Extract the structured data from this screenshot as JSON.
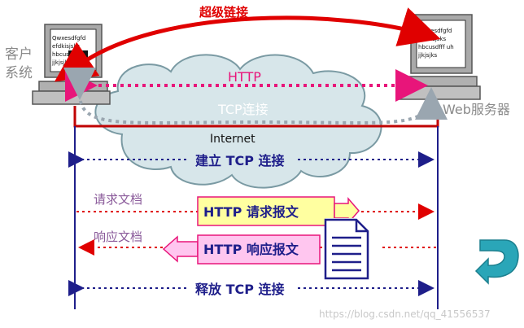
{
  "title": "超级链接",
  "client_label_line1": "客户",
  "client_label_line2": "系统",
  "server_label": "Web服务器",
  "http_label": "HTTP",
  "tcp_conn_label": "TCP连接",
  "internet_label": "Internet",
  "establish_label": "建立 TCP 连接",
  "request_doc_label": "请求文档",
  "http_request_msg": "HTTP 请求报文",
  "response_doc_label": "响应文档",
  "http_response_msg": "HTTP 响应报文",
  "release_label": "释放 TCP 连接",
  "watermark": "https://blog.csdn.net/qq_41556537",
  "client_screen_lines": [
    "Qwxesdfgfd",
    "efdkisjsks",
    "hbcusd.dfff",
    "jjkjsjks"
  ],
  "server_screen_lines": [
    "Qwxesdfgfd",
    "efdkisjsks",
    "hbcusdfff uh",
    "jjkjsjks"
  ],
  "colors": {
    "red": "#e00000",
    "magenta": "#e8157a",
    "navy": "#1e1e8a",
    "cloud_fill": "#d7e6ea",
    "cloud_stroke": "#7a9aa3",
    "tcp_gray": "#9aa6b0",
    "yellow_box": "#ffffa0",
    "pink_box": "#ffc6ef",
    "teal": "#2aa6b8"
  }
}
